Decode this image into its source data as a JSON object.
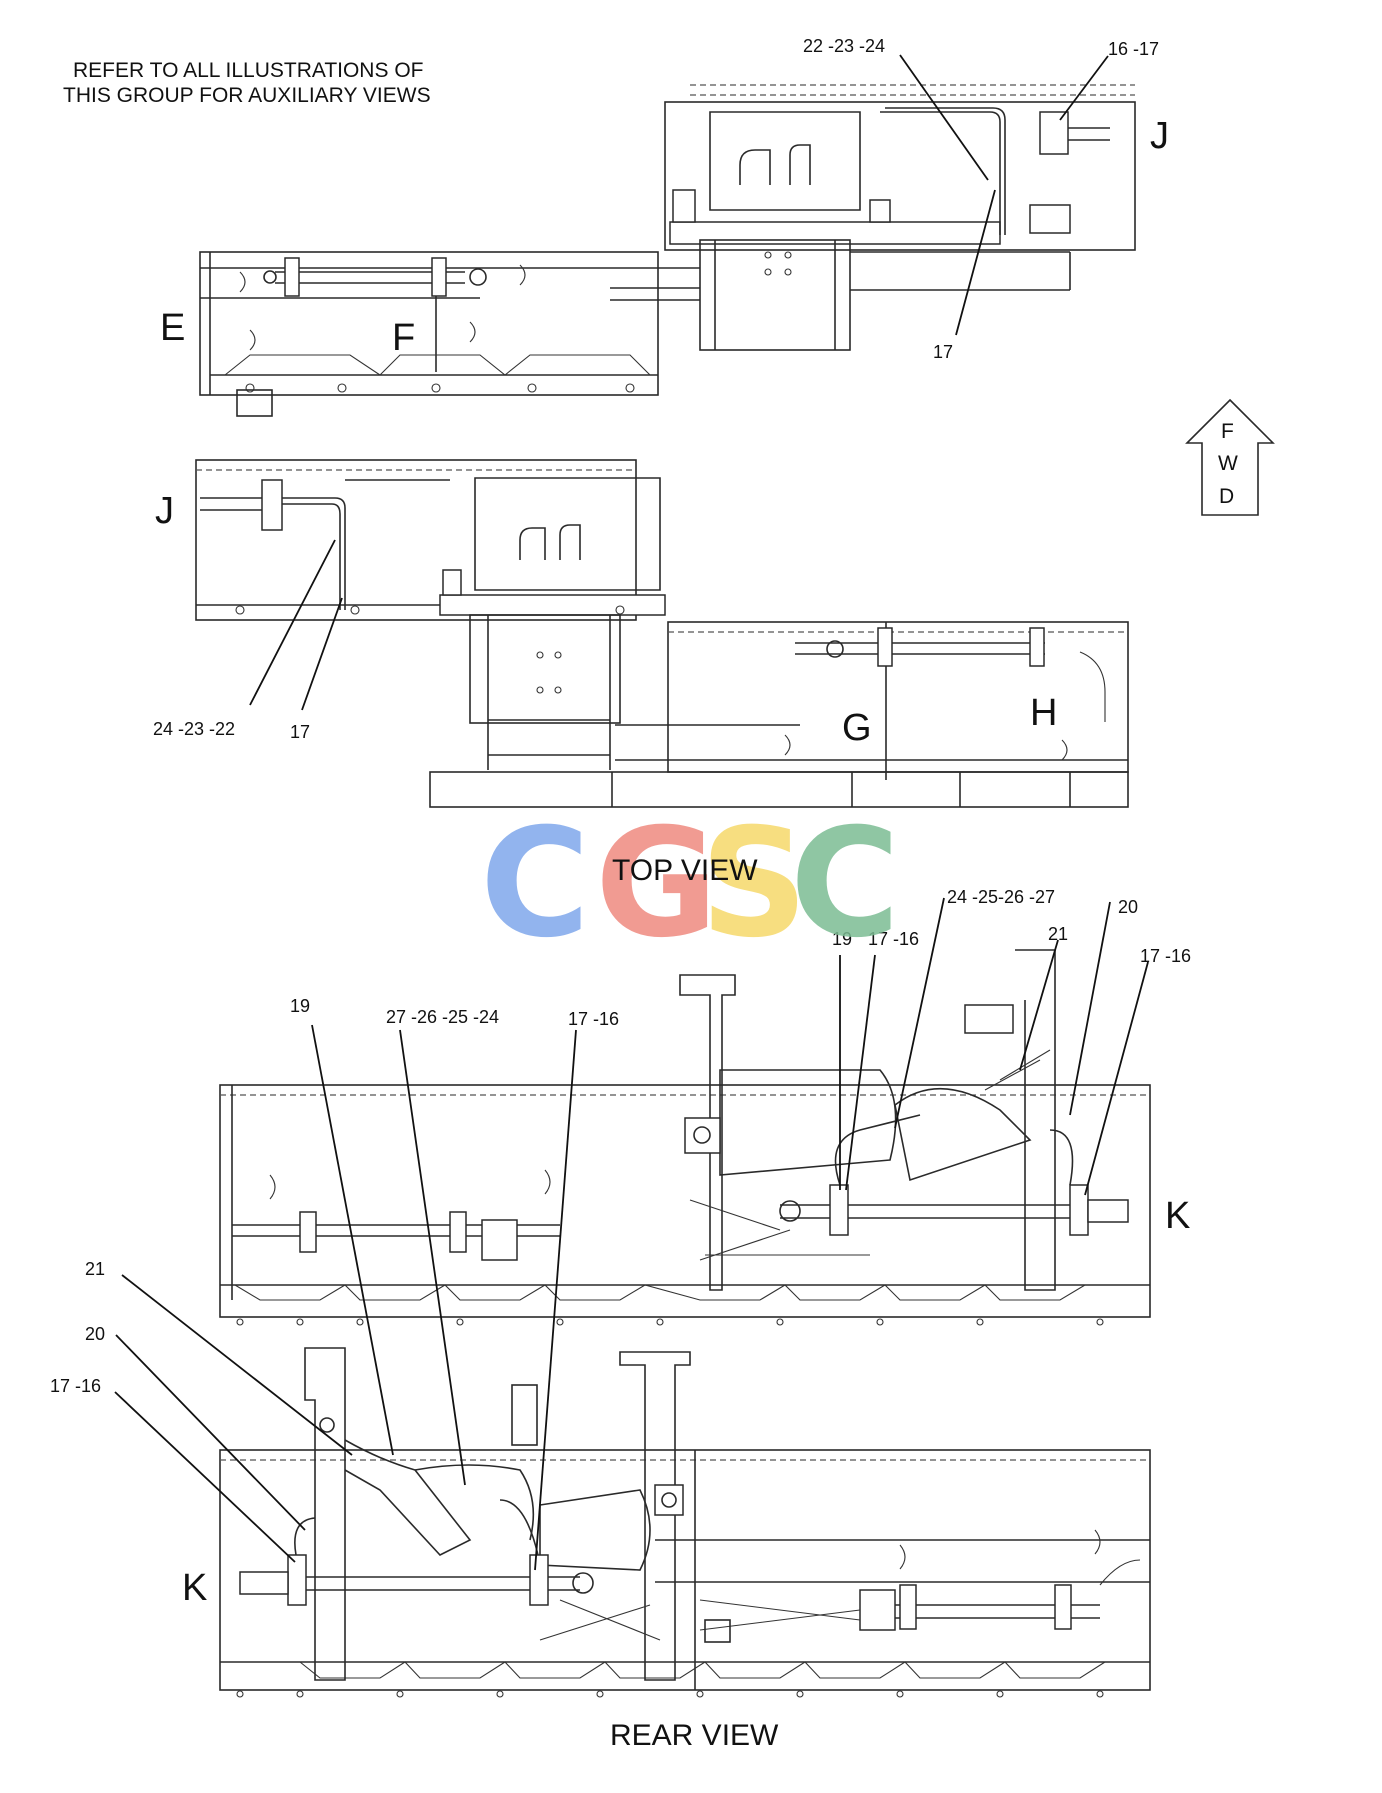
{
  "note": [
    "REFER TO ALL ILLUSTRATIONS OF",
    "THIS GROUP FOR AUXILIARY VIEWS"
  ],
  "watermark": [
    {
      "letter": "C",
      "color": "#7fa8ec"
    },
    {
      "letter": "G",
      "color": "#ef8a80"
    },
    {
      "letter": "S",
      "color": "#f6d96a"
    },
    {
      "letter": "C",
      "color": "#7cbd94"
    }
  ],
  "views": {
    "top": "TOP VIEW",
    "rear": "REAR VIEW"
  },
  "fwd": [
    "F",
    "W",
    "D"
  ],
  "view_letters": {
    "E": "E",
    "F": "F",
    "G": "G",
    "H": "H",
    "J": "J",
    "K": "K"
  },
  "callouts": {
    "top_22_23_24": "22 -23 -24",
    "top_16_17": "16 -17",
    "top_17_a": "17",
    "top_24_23_22": "24 -23 -22",
    "top_17_b": "17",
    "rear_24_25_26_27": "24 -25-26 -27",
    "rear_20_a": "20",
    "rear_19_a": "19",
    "rear_17_16_a": "17 -16",
    "rear_21_a": "21",
    "rear_17_16_b": "17 -16",
    "rear_19_b": "19",
    "rear_27_26_25_24": "27 -26 -25 -24",
    "rear_17_16_c": "17 -16",
    "rear_21_b": "21",
    "rear_20_b": "20",
    "rear_17_16_d": "17 -16"
  }
}
